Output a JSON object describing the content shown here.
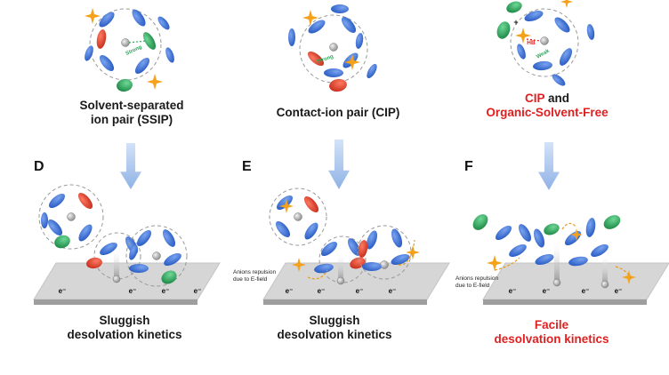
{
  "columns": [
    {
      "title_line1": "Solvent-separated",
      "title_line2": "ion pair (SSIP)",
      "panel": "D",
      "bottom_line1": "Sluggish",
      "bottom_line2": "desolvation kinetics",
      "interaction": "Strong"
    },
    {
      "title_line1": "Contact-ion pair (CIP)",
      "title_line2": "",
      "panel": "E",
      "bottom_line1": "Sluggish",
      "bottom_line2": "desolvation kinetics",
      "interaction": "Strong",
      "note_line1": "Anions repulsion",
      "note_line2": "due to E-field"
    },
    {
      "title_line1_black": "CIP",
      "title_line1_suffix": " and",
      "title_line2": "Organic-Solvent-Free",
      "panel": "F",
      "bottom_line1": "Facile",
      "bottom_line2": "desolvation kinetics",
      "interaction": "Weak",
      "hb": "HB",
      "note_line1": "Anions repulsion",
      "note_line2": "due to E-field"
    }
  ],
  "electron_label": "e⁻",
  "colors": {
    "solvent_blue": "#3a6fd8",
    "anion_red": "#e8402f",
    "water_green": "#2aa85a",
    "star_orange": "#f5a11a",
    "arrow_blue": "#a8c4ec",
    "emphasis_red": "#e02020",
    "electrode_gray": "#d4d4d4"
  }
}
